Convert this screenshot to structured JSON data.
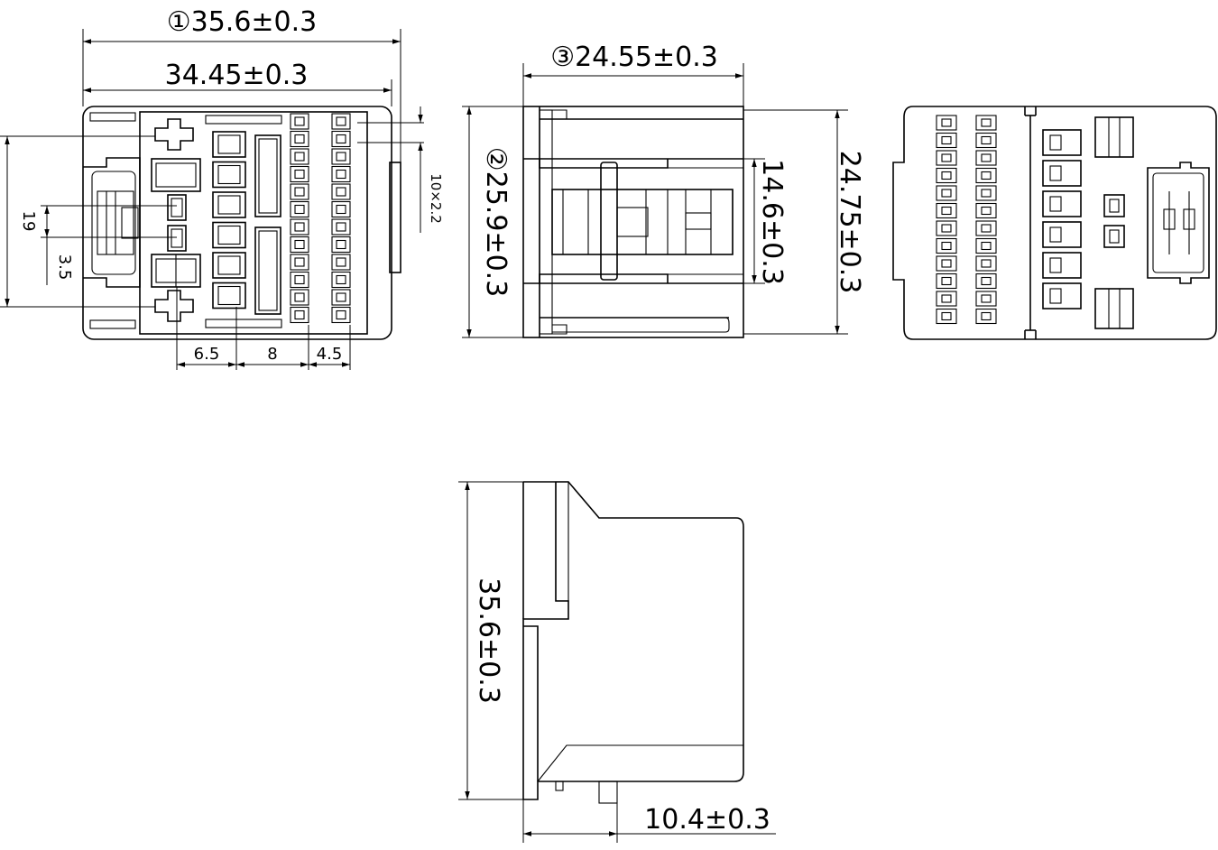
{
  "front_view": {
    "dim_overall_width": "①35.6±0.3",
    "dim_inner_width": "34.45±0.3",
    "dim_height": "19",
    "dim_pitch_small": "3.5",
    "dim_pin_spec": "10×2.2",
    "dim_col_a": "6.5",
    "dim_col_b": "8",
    "dim_col_c": "4.5"
  },
  "top_view": {
    "dim_width": "③24.55±0.3",
    "dim_height_left": "②25.9±0.3",
    "dim_inner_height": "14.6±0.3",
    "dim_height_right": "24.75±0.3"
  },
  "side_view": {
    "dim_length": "35.6±0.3",
    "dim_depth": "10.4±0.3"
  }
}
